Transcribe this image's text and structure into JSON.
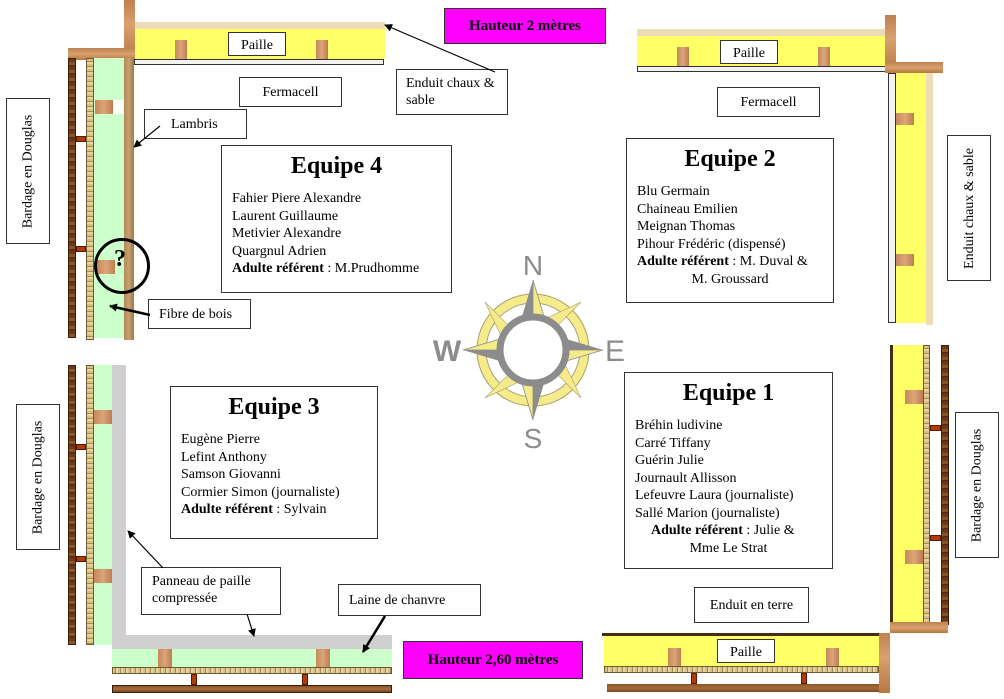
{
  "heights": {
    "top": "Hauteur 2 mètres",
    "bottom": "Hauteur 2,60 mètres"
  },
  "labels": {
    "paille_top_left": "Paille",
    "paille_top_right": "Paille",
    "paille_bottom_right": "Paille",
    "fermacell_left": "Fermacell",
    "fermacell_right": "Fermacell",
    "enduit_chaux_top": "Enduit chaux & sable",
    "enduit_chaux_right": "Enduit chaux & sable",
    "lambris": "Lambris",
    "fibre_de_bois": "Fibre de bois",
    "bardage_left_top": "Bardage en Douglas",
    "bardage_left_bottom": "Bardage en Douglas",
    "bardage_right": "Bardage en Douglas",
    "panneau_paille": "Panneau de paille compressée",
    "laine_chanvre": "Laine de chanvre",
    "enduit_terre": "Enduit en terre",
    "question_mark": "?"
  },
  "compass": {
    "north": "N",
    "south": "S",
    "east": "E",
    "west": "W",
    "colors": {
      "points": "#f5eb8a",
      "ring": "#8c8c8c"
    }
  },
  "teams": [
    {
      "title": "Equipe 4",
      "members": [
        "Fahier Piere Alexandre",
        "Laurent Guillaume",
        "Metivier Alexandre",
        "Quargnul Adrien"
      ],
      "referent_label": "Adulte référent",
      "referent": " : M.Prudhomme",
      "referent_cont": ""
    },
    {
      "title": "Equipe 2",
      "members": [
        "Blu Germain",
        "Chaineau Emilien",
        "Meignan Thomas",
        "Pihour Frédéric (dispensé)"
      ],
      "referent_label": "Adulte référent",
      "referent": " : M. Duval &",
      "referent_cont": "M. Groussard"
    },
    {
      "title": "Equipe 3",
      "members": [
        "Eugène Pierre",
        "Lefint Anthony",
        "Samson Giovanni",
        "Cormier Simon (journaliste)"
      ],
      "referent_label": "Adulte référent",
      "referent": " : Sylvain",
      "referent_cont": ""
    },
    {
      "title": "Equipe 1",
      "members": [
        "Bréhin ludivine",
        "Carré Tiffany",
        "Guérin Julie",
        "Journault Allisson",
        "Lefeuvre Laura (journaliste)",
        "Sallé Marion  (journaliste)"
      ],
      "referent_label": "Adulte référent",
      "referent": " : Julie &",
      "referent_cont": "Mme Le Strat"
    }
  ],
  "colors": {
    "straw": "#ffff66",
    "wood_fibre": "#ccffcc",
    "height_badge": "#ff00ff",
    "fermacell": "#f2f2f2",
    "straw_panel": "#d0d0d0"
  }
}
